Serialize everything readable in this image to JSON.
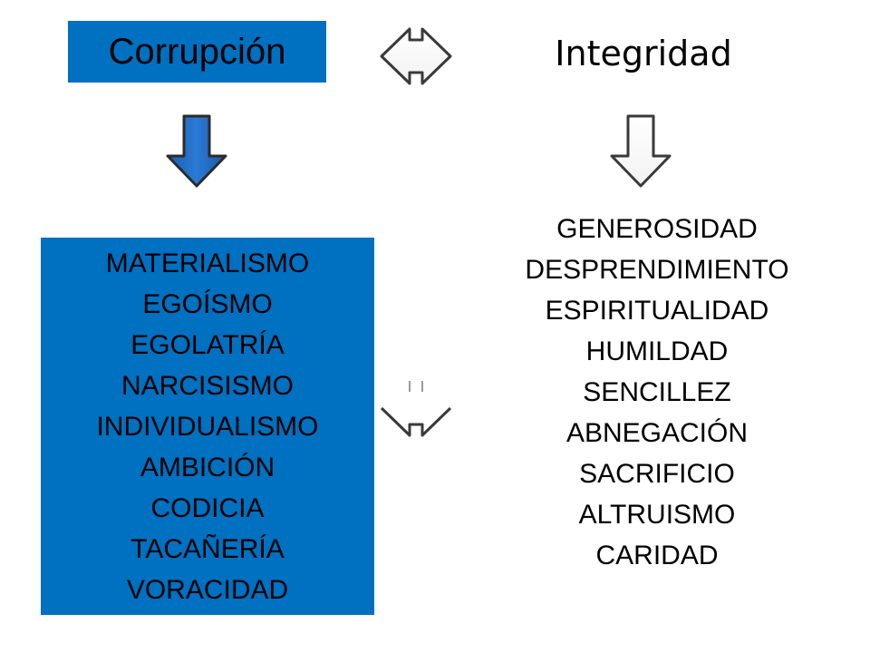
{
  "colors": {
    "accent_blue": "#0070C0",
    "arrow_blue": "#1F6FC8",
    "arrow_outline": "#3a3a3a",
    "text": "#000000"
  },
  "left": {
    "title": "Corrupción",
    "items": [
      "MATERIALISMO",
      "EGOÍSMO",
      "EGOLATRÍA",
      "NARCISISMO",
      "INDIVIDUALISMO",
      "AMBICIÓN",
      "CODICIA",
      "TACAÑERÍA",
      "VORACIDAD"
    ]
  },
  "right": {
    "title": "Integridad",
    "items": [
      "GENEROSIDAD",
      "DESPRENDIMIENTO",
      "ESPIRITUALIDAD",
      "HUMILDAD",
      "SENCILLEZ",
      "ABNEGACIÓN",
      "SACRIFICIO",
      "ALTRUISMO",
      "CARIDAD"
    ]
  },
  "icons": {
    "top_connector": "double-arrow-icon",
    "left_down": "down-arrow-icon",
    "right_down": "down-arrow-icon",
    "middle_connector": "partial-arrow-icon"
  }
}
